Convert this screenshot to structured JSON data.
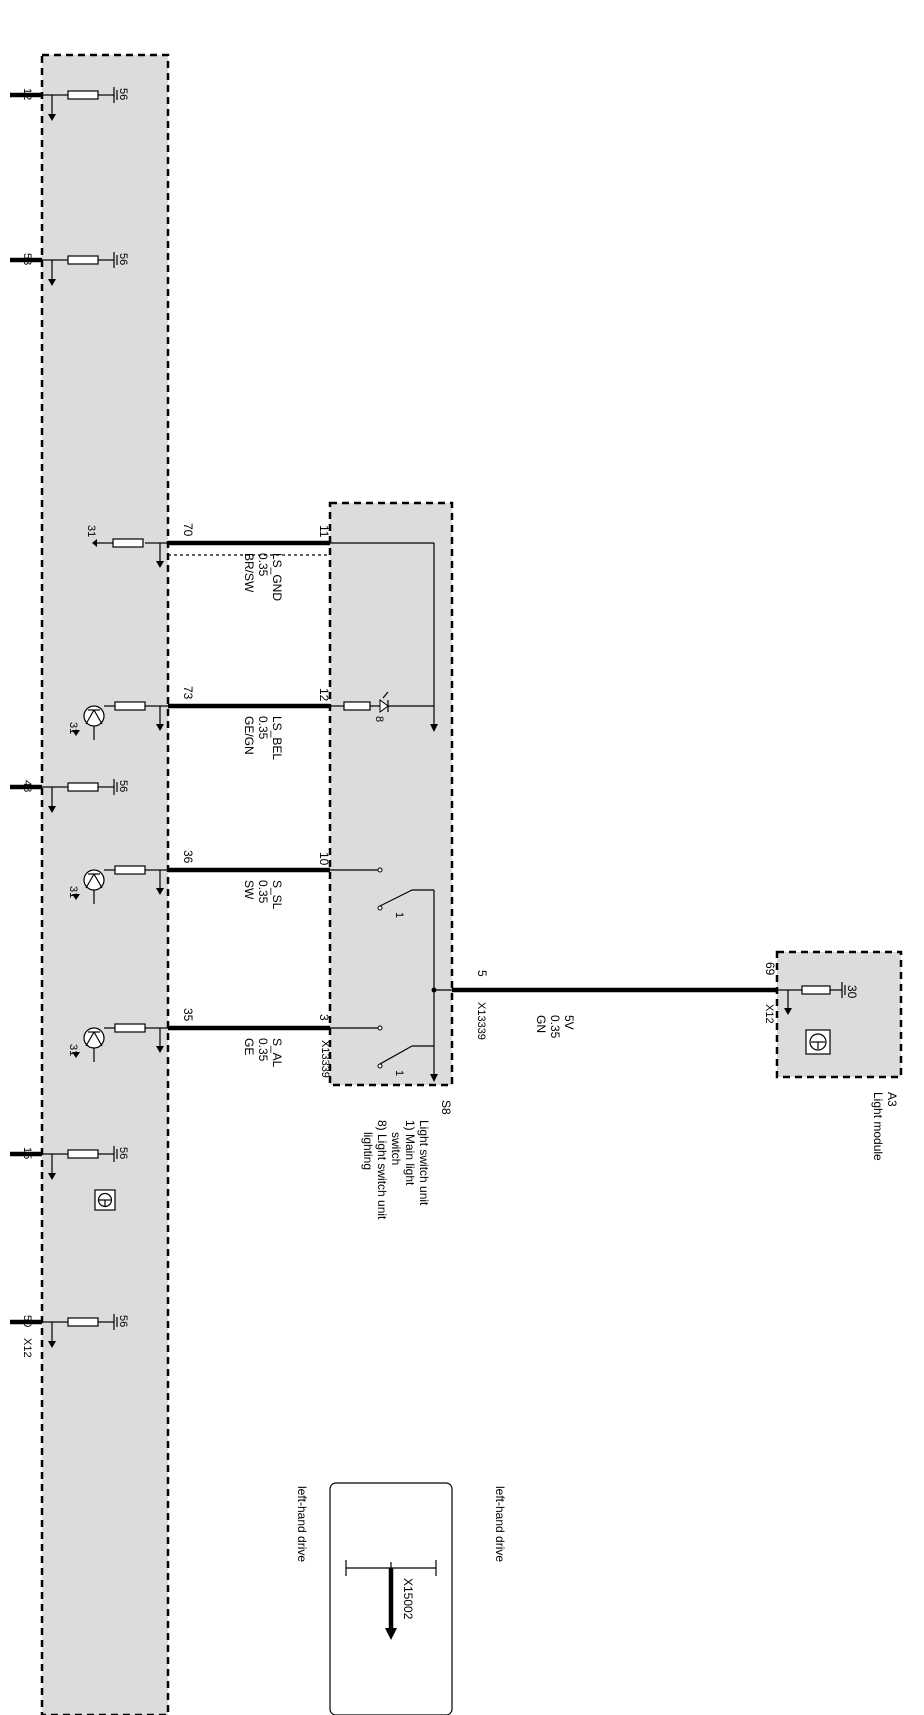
{
  "modules": {
    "left": {
      "pins": [
        {
          "pin": "12",
          "ground_pin": "56"
        },
        {
          "pin": "53",
          "ground_pin": "56"
        },
        {
          "pin": "48",
          "ground_pin": "56"
        },
        {
          "pin": "15",
          "ground_pin": "56"
        },
        {
          "pin": "50",
          "ground_pin": "56"
        }
      ],
      "connector": "X12"
    },
    "s8": {
      "id": "S8",
      "title": "Light switch unit",
      "parts": [
        "1) Main light",
        "switch",
        "8) Light switch unit",
        "lighting"
      ],
      "connector": "X13339",
      "switch_ref": "1",
      "led_ref": "8"
    },
    "a3": {
      "id": "A3",
      "title": "Light module",
      "pin": "69",
      "ground_pin": "30",
      "connector": "X12"
    }
  },
  "wires": [
    {
      "from_pin": "70",
      "to_pin": "11",
      "name": "LS_GND",
      "size": "0.35",
      "color": "BR/SW",
      "ref": "31"
    },
    {
      "from_pin": "73",
      "to_pin": "12",
      "name": "LS_BEL",
      "size": "0.35",
      "color": "GE/GN",
      "ref": "31"
    },
    {
      "from_pin": "36",
      "to_pin": "10",
      "name": "S_SL",
      "size": "0.35",
      "color": "SW",
      "ref": "31"
    },
    {
      "from_pin": "35",
      "to_pin": "3",
      "name": "S_AL",
      "size": "0.35",
      "color": "GE",
      "ref": "31"
    }
  ],
  "supply_wire": {
    "from_pin": "5",
    "to_pin": "69",
    "connector": "X13339",
    "name": "5V",
    "size": "0.35",
    "color": "GN"
  },
  "variant": {
    "label_top": "left-hand drive",
    "label_bottom": "left-hand drive",
    "connector": "X15002"
  }
}
